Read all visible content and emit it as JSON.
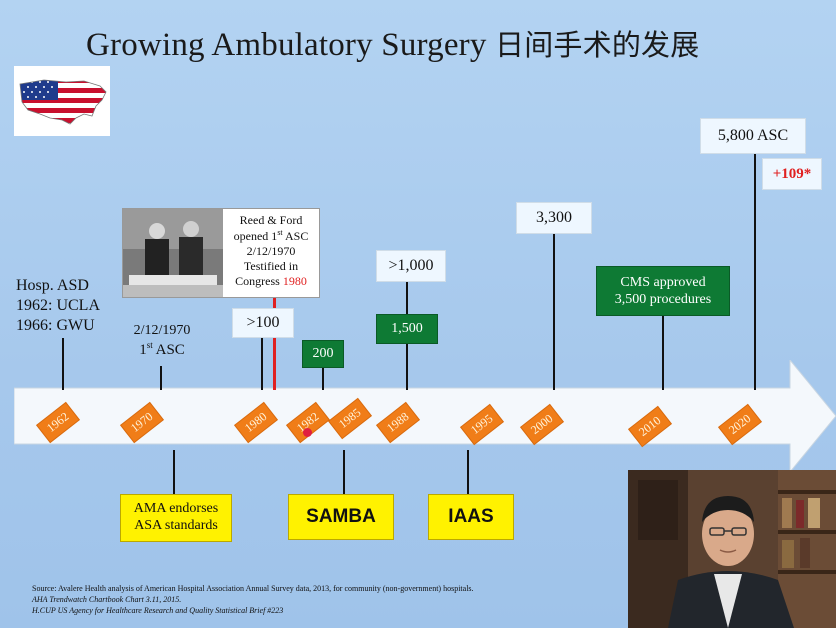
{
  "slide": {
    "title_en": "Growing Ambulatory Surgery",
    "title_cn": "日间手术的发展"
  },
  "flag": {
    "icon": "usa-map-flag-icon"
  },
  "timeline": {
    "years": [
      "1962",
      "1970",
      "1980",
      "1982",
      "1985",
      "1988",
      "1995",
      "2000",
      "2010",
      "2020"
    ],
    "year_color": "#f07d18"
  },
  "events": {
    "hosp_asd": {
      "line1": "Hosp. ASD",
      "line2": "1962: UCLA",
      "line3": "1966: GWU"
    },
    "first_asc": {
      "line1": "2/12/1970",
      "line2_prefix": "1",
      "line2_sup": "st",
      "line2_suffix": " ASC"
    },
    "reed_ford": {
      "line1": "Reed & Ford",
      "line2_prefix": "opened 1",
      "line2_sup": "st",
      "line2_suffix": " ASC",
      "line3": "2/12/1970",
      "line4": "Testified in",
      "line5_prefix": "Congress ",
      "line5_red": "1980"
    },
    "gt100": ">100",
    "c200": "200",
    "gt1000": ">1,000",
    "c1500": "1,500",
    "c3300": "3,300",
    "cms": {
      "line1": "CMS approved",
      "line2": "3,500 procedures"
    },
    "asc5800": "5,800 ASC",
    "plus109": "+109*"
  },
  "bottom": {
    "ama": {
      "line1": "AMA endorses",
      "line2": "ASA standards"
    },
    "samba": "SAMBA",
    "iaas": "IAAS"
  },
  "source": {
    "line1": "Source: Avalere Health analysis of American Hospital Association Annual Survey data, 2013, for community (non-government) hospitals.",
    "line2": "AHA Trendwatch Chartbook Chart 3.11, 2015.",
    "line3": "H.CUP US Agency for Healthcare Research and Quality  Statistical Brief #223"
  },
  "colors": {
    "background": "#a9cbee",
    "green_box": "#0e7a34",
    "yellow_box": "#fff200",
    "highlight_red": "#e02020"
  }
}
